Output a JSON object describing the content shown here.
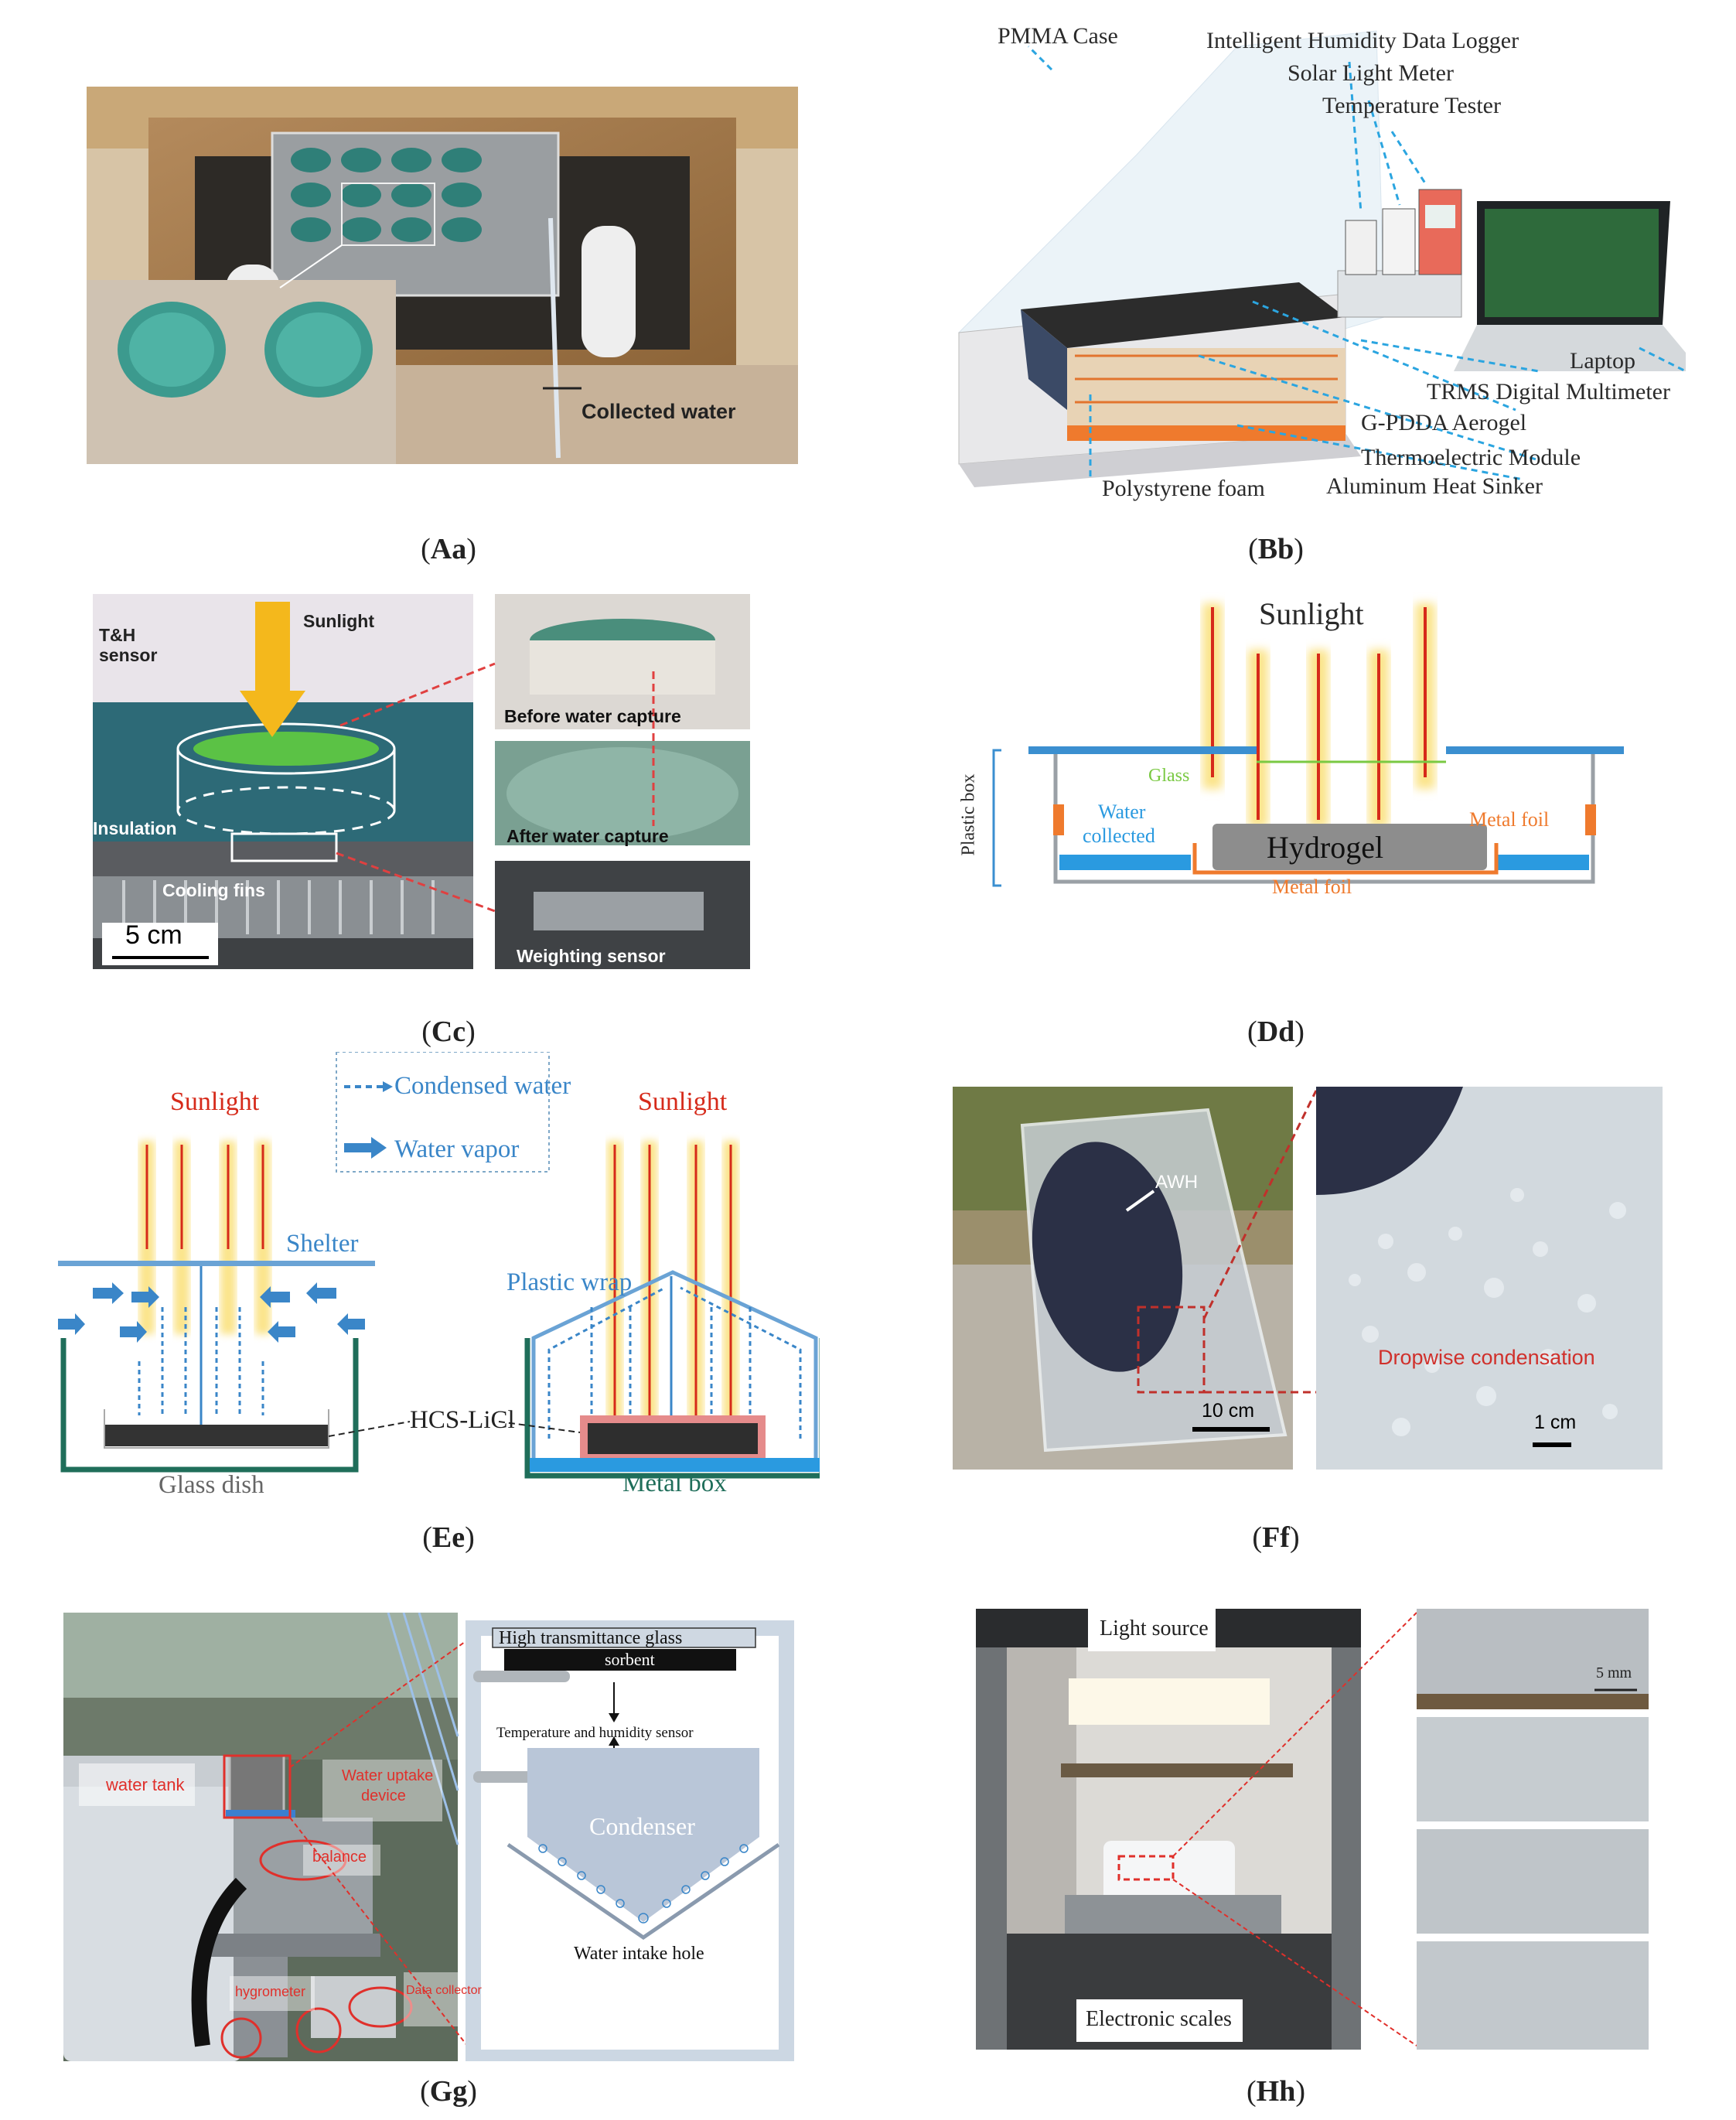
{
  "panels": {
    "a": {
      "caption_open": "(",
      "caption_bold": "Aa",
      "caption_close": ")",
      "collected_water": "Collected water"
    },
    "b": {
      "caption_open": "(",
      "caption_bold": "Bb",
      "caption_close": ")",
      "pmma_case": "PMMA Case",
      "humidity_logger": "Intelligent Humidity Data Logger",
      "solar_meter": "Solar Light Meter",
      "temp_tester": "Temperature Tester",
      "laptop": "Laptop",
      "multimeter": "TRMS Digital Multimeter",
      "aerogel": "G-PDDA Aerogel",
      "thermoelectric": "Thermoelectric Module",
      "polystyrene": "Polystyrene foam",
      "heat_sinker": "Aluminum Heat Sinker"
    },
    "c": {
      "caption_open": "(",
      "caption_bold": "Cc",
      "caption_close": ")",
      "th_sensor_1": "T&H",
      "th_sensor_2": "sensor",
      "sunlight": "Sunlight",
      "insulation": "Insulation",
      "cooling_fins": "Cooling fins",
      "scale_bar": "5 cm",
      "before": "Before water capture",
      "after": "After water capture",
      "weighting": "Weighting sensor"
    },
    "d": {
      "caption_open": "(",
      "caption_bold": "Dd",
      "caption_close": ")",
      "sunlight": "Sunlight",
      "plastic_box": "Plastic box",
      "glass": "Glass",
      "water_collected_1": "Water",
      "water_collected_2": "collected",
      "metal_foil_right": "Metal foil",
      "hydrogel": "Hydrogel",
      "metal_foil_bottom": "Metal foil"
    },
    "e": {
      "caption_open": "(",
      "caption_bold": "Ee",
      "caption_close": ")",
      "legend_condensed": "Condensed water",
      "legend_vapor": "Water vapor",
      "sunlight_left": "Sunlight",
      "sunlight_right": "Sunlight",
      "shelter": "Shelter",
      "plastic_wrap": "Plastic wrap",
      "hcs": "HCS-LiCl",
      "glass_dish": "Glass dish",
      "metal_box": "Metal box"
    },
    "f": {
      "caption_open": "(",
      "caption_bold": "Ff",
      "caption_close": ")",
      "awh": "AWH",
      "scale_10": "10 cm",
      "dropwise": "Dropwise condensation",
      "scale_1": "1 cm"
    },
    "g": {
      "caption_open": "(",
      "caption_bold": "Gg",
      "caption_close": ")",
      "water_tank": "water tank",
      "water_uptake_1": "Water uptake",
      "water_uptake_2": "device",
      "balance": "balance",
      "hygrometer": "hygrometer",
      "data_collector": "Data collector",
      "high_glass": "High transmittance glass",
      "sorbent": "sorbent",
      "th_sensor": "Temperature and humidity sensor",
      "condenser": "Condenser",
      "intake": "Water intake hole"
    },
    "h": {
      "caption_open": "(",
      "caption_bold": "Hh",
      "caption_close": ")",
      "light_source": "Light source",
      "scales": "Electronic scales",
      "scale_5": "5 mm"
    }
  },
  "colors": {
    "sun_red": "#e4321b",
    "sun_yellow": "#f7c73a",
    "blue": "#3a86c8",
    "green_box": "#1f6e5a",
    "orange": "#ef7a2d"
  }
}
